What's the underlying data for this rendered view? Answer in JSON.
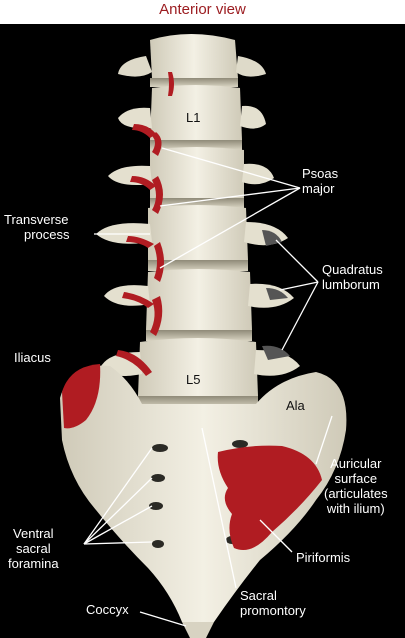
{
  "title": "Anterior view",
  "colors": {
    "title": "#9b1b1f",
    "background": "#000000",
    "bone": "#e9e5d6",
    "muscle": "#b01c22",
    "quadratus": "#555555",
    "label_light": "#ffffff",
    "label_dark": "#111111"
  },
  "labels": {
    "l1": "L1",
    "l5": "L5",
    "ala": "Ala",
    "psoas_major": [
      "Psoas",
      "major"
    ],
    "transverse_process": [
      "Transverse",
      "process"
    ],
    "quadratus_lumborum": [
      "Quadratus",
      "lumborum"
    ],
    "iliacus": "Iliacus",
    "auricular_surface": [
      "Auricular",
      "surface",
      "(articulates",
      "with ilium)"
    ],
    "ventral_sacral_foramina": [
      "Ventral",
      "sacral",
      "foramina"
    ],
    "piriformis": "Piriformis",
    "sacral_promontory": [
      "Sacral",
      "promontory"
    ],
    "coccyx": "Coccyx"
  }
}
